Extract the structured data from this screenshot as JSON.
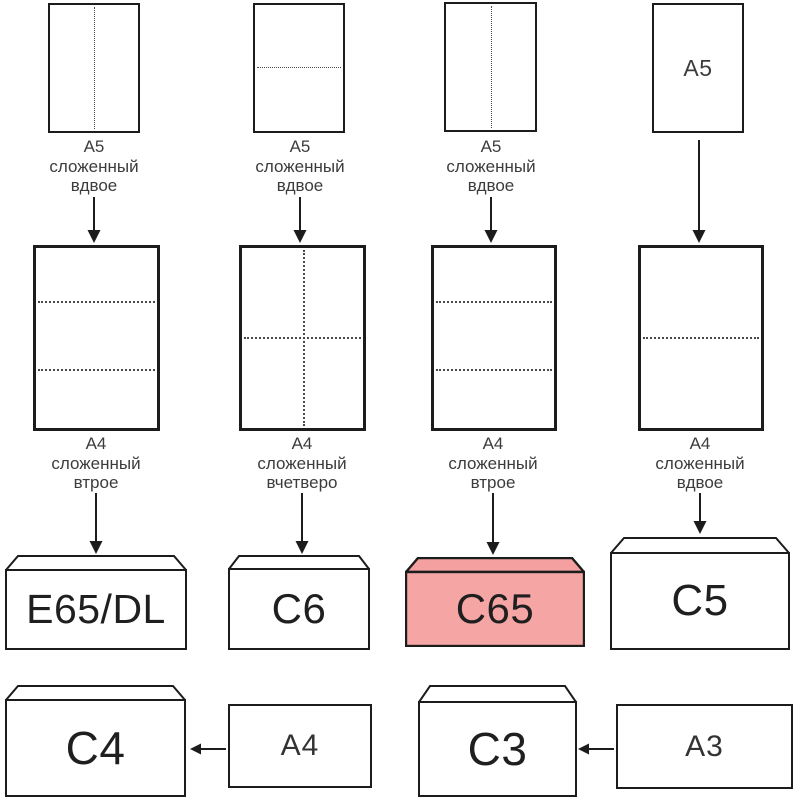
{
  "page": {
    "background": "#ffffff"
  },
  "colors": {
    "line": "#1c1c1c",
    "caption_text": "#3c3c3c",
    "label_text": "#1f1f1f",
    "highlight_front": "#f6a5a5",
    "highlight_top": "#f4a0a0"
  },
  "columns": [
    {
      "top_sheet_caption": [
        "A5",
        "сложенный",
        "вдвое"
      ],
      "mid_sheet_caption": [
        "A4",
        "сложенный",
        "втрое"
      ],
      "envelope_label": "E65/DL",
      "envelope_highlighted": false
    },
    {
      "top_sheet_caption": [
        "A5",
        "сложенный",
        "вдвое"
      ],
      "mid_sheet_caption": [
        "A4",
        "сложенный",
        "вчетверо"
      ],
      "envelope_label": "C6",
      "envelope_highlighted": false
    },
    {
      "top_sheet_caption": [
        "A5",
        "сложенный",
        "вдвое"
      ],
      "mid_sheet_caption": [
        "A4",
        "сложенный",
        "втрое"
      ],
      "envelope_label": "C65",
      "envelope_highlighted": true
    },
    {
      "top_sheet_label": "A5",
      "mid_sheet_caption": [
        "A4",
        "сложенный",
        "вдвое"
      ],
      "envelope_label": "C5",
      "envelope_highlighted": false
    }
  ],
  "bottom_row": [
    {
      "envelope_label": "C4",
      "source_label": "A4"
    },
    {
      "envelope_label": "C3",
      "source_label": "A3"
    }
  ]
}
